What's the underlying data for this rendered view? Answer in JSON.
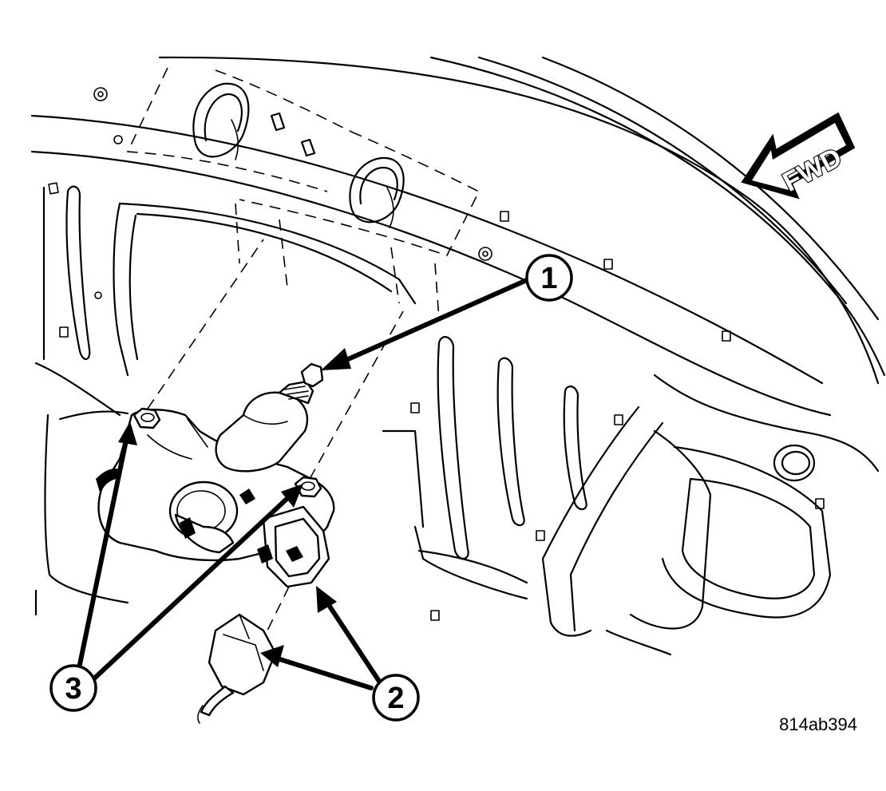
{
  "figure": {
    "id_label": "814ab394",
    "direction_label": "FWD"
  },
  "callouts": [
    {
      "number": "1"
    },
    {
      "number": "2"
    },
    {
      "number": "3"
    }
  ],
  "icons": {
    "direction_arrow": "forward-arrow-icon",
    "components": [
      "actuator-motor-icon",
      "electrical-connector-icon",
      "mounting-nut-icon"
    ]
  },
  "colors": {
    "line": "#000000",
    "background": "#ffffff"
  }
}
